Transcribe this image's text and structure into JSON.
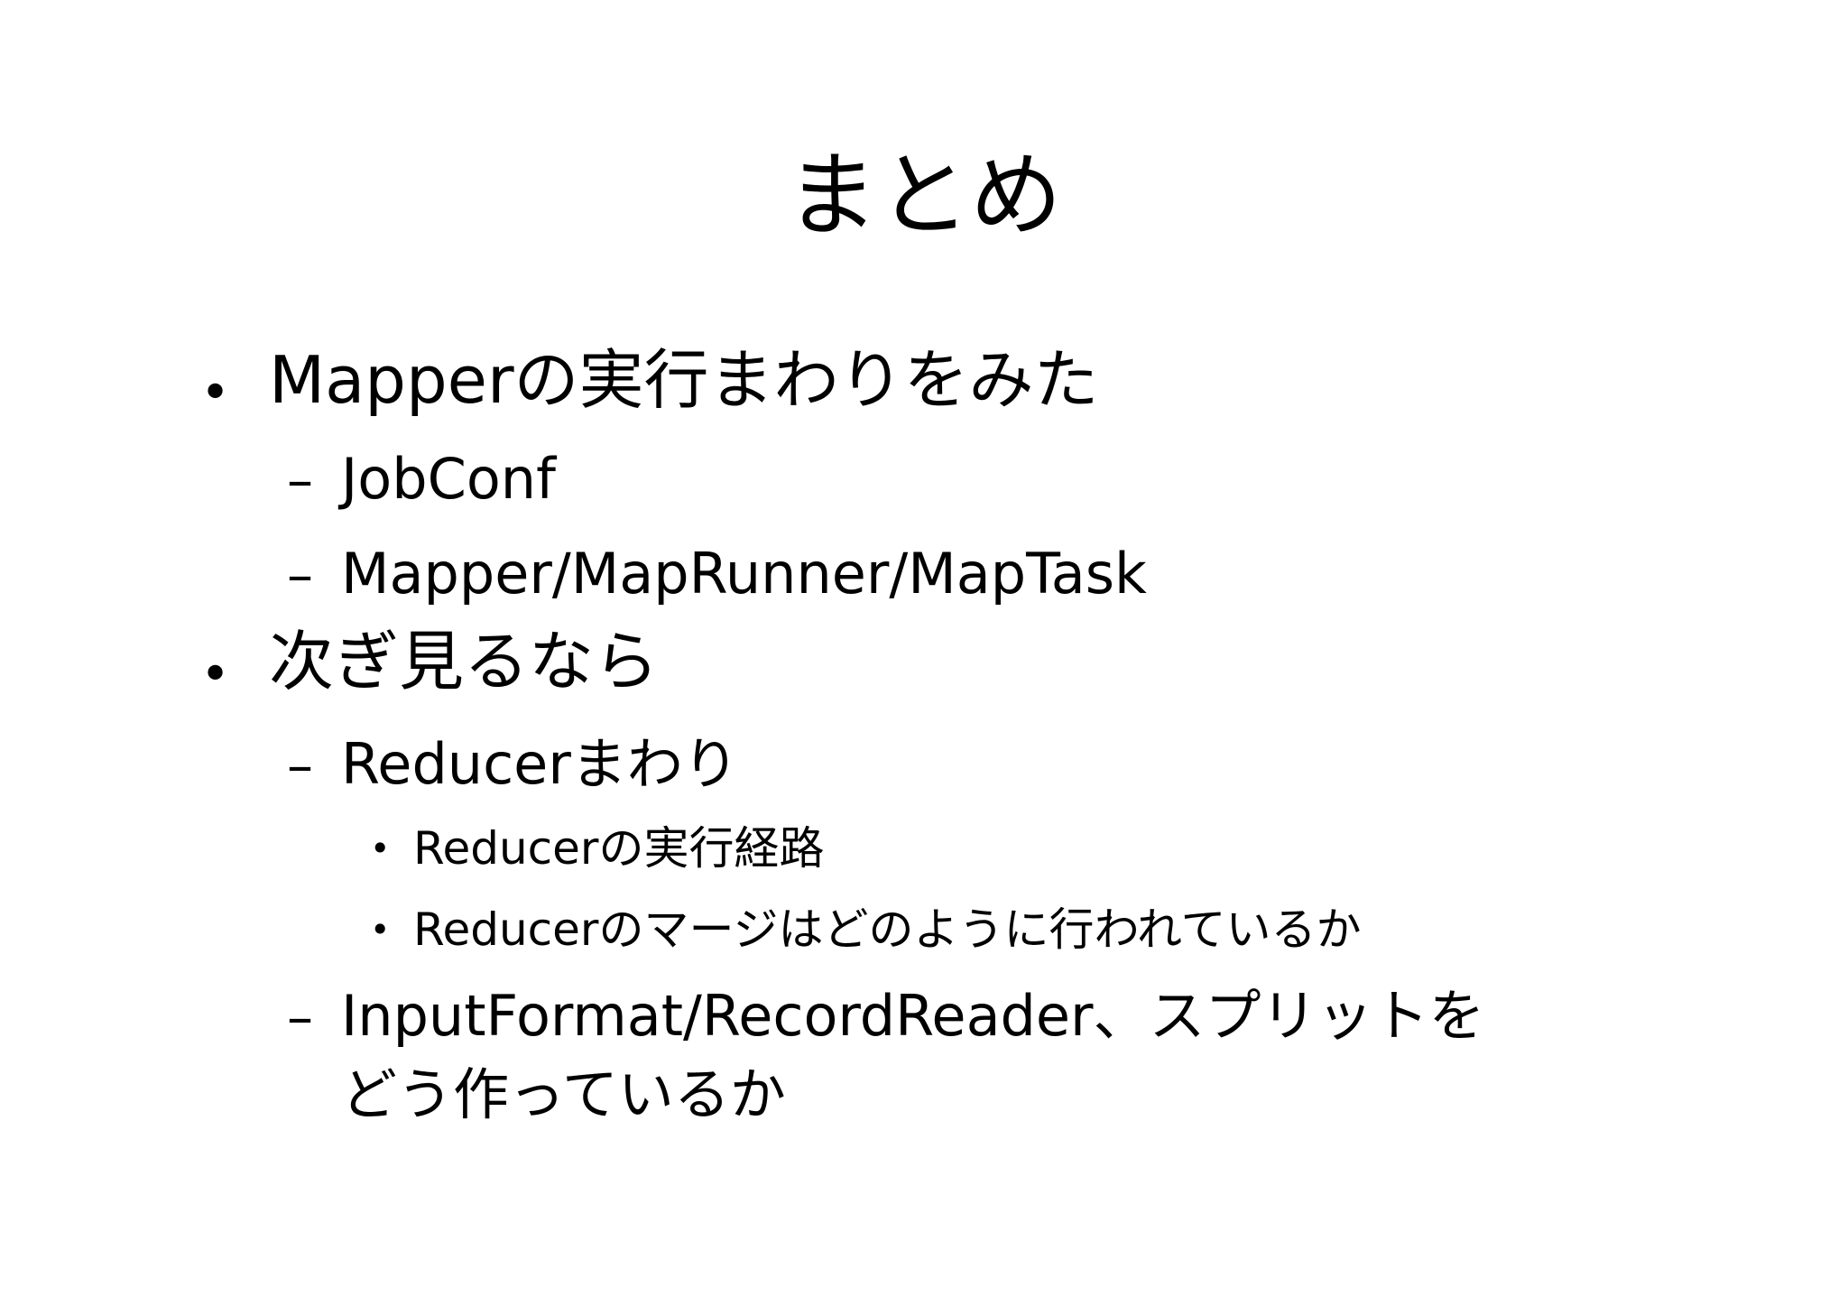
{
  "slide": {
    "title": "まとめ",
    "bullets": [
      {
        "marker": "•",
        "text": "Mapperの実行まわりをみた",
        "subitems": [
          {
            "marker": "–",
            "text": "JobConf"
          },
          {
            "marker": "–",
            "text": "Mapper/MapRunner/MapTask"
          }
        ]
      },
      {
        "marker": "•",
        "text": "次ぎ見るなら",
        "subitems": [
          {
            "marker": "–",
            "text": "Reducerまわり",
            "subitems": [
              {
                "marker": "•",
                "text": "Reducerの実行経路"
              },
              {
                "marker": "•",
                "text": "Reducerのマージはどのように行われているか"
              }
            ]
          },
          {
            "marker": "–",
            "text": "InputFormat/RecordReader、スプリットを",
            "continuation": "どう作っているか"
          }
        ]
      }
    ]
  }
}
